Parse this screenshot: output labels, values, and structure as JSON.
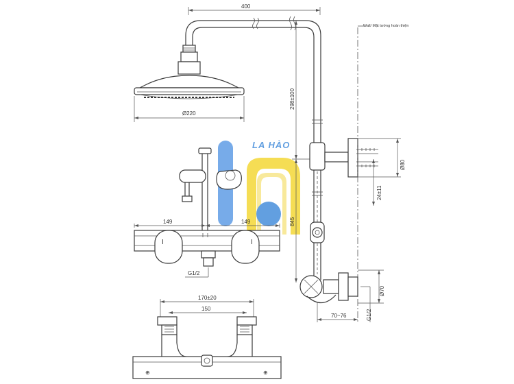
{
  "dimensions": {
    "arm_length": "400",
    "wall_label": "Wall/ Mặt tường hoàn thiện",
    "head_diameter": "Ø220",
    "column_height": "298±100",
    "bracket_diameter": "Ø80",
    "bracket_offset": "24±11",
    "valve_height": "845",
    "valve_spacing_left": "149",
    "valve_spacing_right": "149",
    "outlet_thread": "G1/2",
    "inlet_thread": "G1/2",
    "inlet_diameter": "Ø70",
    "wall_distance": "70~76",
    "inlet_centres": "170±20",
    "inlet_centres_nominal": "150"
  },
  "logo": {
    "text": "LA HÀO",
    "colors": {
      "blue": "#2e7fd6",
      "yellow": "#f2d21b"
    }
  },
  "colors": {
    "line": "#3a3a3a",
    "background": "#ffffff"
  }
}
